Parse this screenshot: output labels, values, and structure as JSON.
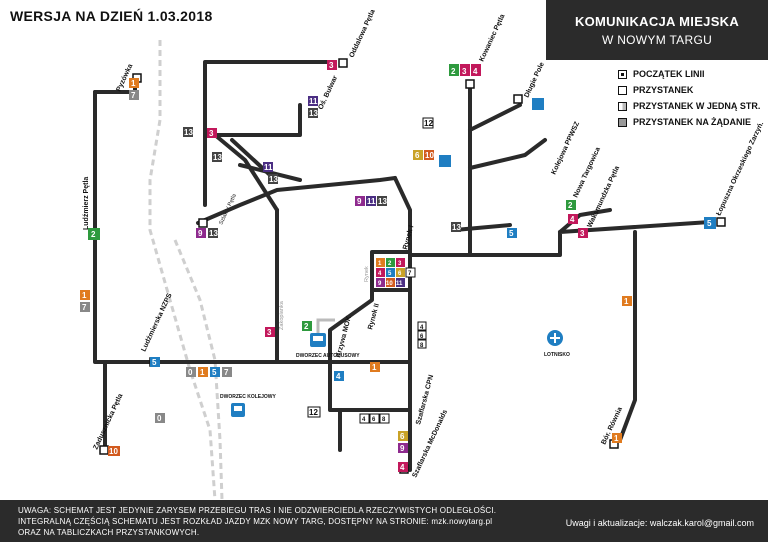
{
  "header": {
    "version": "WERSJA NA DZIEŃ  1.03.2018"
  },
  "title": {
    "line1": "KOMUNIKACJA MIEJSKA",
    "line2": "W NOWYM TARGU"
  },
  "legend": [
    {
      "symbol": "start",
      "label": "POCZĄTEK LINII"
    },
    {
      "symbol": "stop",
      "label": "PRZYSTANEK"
    },
    {
      "symbol": "oneway",
      "label": "PRZYSTANEK W JEDNĄ STR."
    },
    {
      "symbol": "request",
      "label": "PRZYSTANEK NA ŻĄDANIE"
    }
  ],
  "colors": {
    "route": "#2a2a2a",
    "rail": "#cccccc",
    "l1": "#e07b1f",
    "l2": "#2e9a3e",
    "l3": "#c2185b",
    "l4": "#1f7ec2",
    "l5": "#1f7ec2",
    "l6": "#c9a227",
    "l7": "#888888",
    "l8": "#8a6bbf",
    "l9": "#8e2a8e",
    "l10": "#d25a1e",
    "l11": "#4b2e83",
    "l12": "#777777",
    "l13": "#444444"
  },
  "lines": [
    "1",
    "2",
    "3",
    "4",
    "5",
    "6",
    "7",
    "8",
    "9",
    "10",
    "11",
    "12",
    "13"
  ],
  "stops": {
    "pyzowka": "Pyzówka",
    "ludzmierz_petla": "Ludźmierz Pętla",
    "ludzmierska_nzps": "Ludźmierska NZPS",
    "oddalowa_petla": "Oddalowa Pętla",
    "os_bulwar": "Oś. Bulwar",
    "zakopianka": "Zakopianka",
    "dworzec_autobusowy": "DWORZEC AUTOBUSOWY",
    "dworzec_kolejowy": "DWORZEC KOLEJOWY",
    "krzywa_mok": "Krzywa MOK",
    "rynek_i": "Rynek I",
    "rynek_ii": "Rynek II",
    "rynek": "Rynek",
    "kowaniec_petla": "Kowaniec Pętla",
    "kolejowa_ppwsz": "Kolejowa PPWSZ",
    "nowa_targowica": "Nowa Targowica",
    "waksmundzka_petla": "Waksmundzka Pętla",
    "lopuszna": "Łopuszna Okrzeskiego Zarzyń.",
    "szaflarska_cpn": "Szaflarska CPN",
    "szaflarska_mcdonalds": "Szaflarska McDonalds",
    "bor_rowien": "Bór. Równia",
    "lotnisko": "LOTNISKO",
    "zaduszniki": "Zadusznicka Pętla",
    "szlak_v_petla": "Szlak V Pętla",
    "dlugie_pole": "Długie Pole"
  },
  "footer": {
    "note1": "UWAGA: SCHEMAT JEST JEDYNIE ZARYSEM PRZEBIEGU TRAS I NIE ODZWIERCIEDLA RZECZYWISTYCH ODLEGŁOŚCI.",
    "note2": "INTEGRALNĄ CZĘŚCIĄ SCHEMATU JEST ROZKŁAD JAZDY MZK NOWY TARG,  DOSTĘPNY NA STRONIE: mzk.nowytarg.pl",
    "note3": "ORAZ NA TABLICZKACH PRZYSTANKOWYCH.",
    "contact": "Uwagi i aktualizacje: walczak.karol@gmail.com"
  }
}
